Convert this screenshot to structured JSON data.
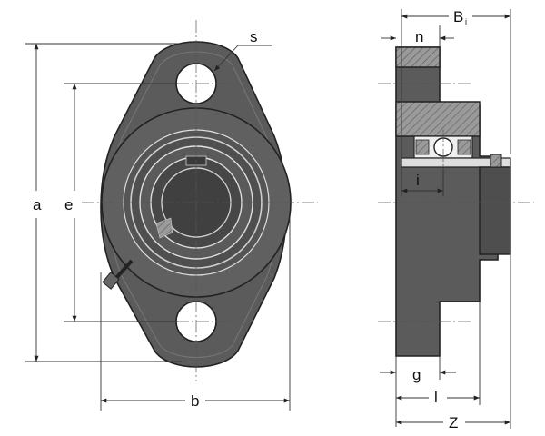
{
  "dimensions": {
    "a": "a",
    "e": "e",
    "b": "b",
    "s": "s",
    "n": "n",
    "B": "B",
    "B_sub": "i",
    "i": "i",
    "g": "g",
    "l": "l",
    "Z": "Z"
  },
  "colors": {
    "housing": "#595959",
    "housing_dark": "#3c3c3c",
    "section_hatch": "#8a8a8a",
    "bore": "#4a4a4a",
    "line": "#222222",
    "background": "#ffffff"
  }
}
